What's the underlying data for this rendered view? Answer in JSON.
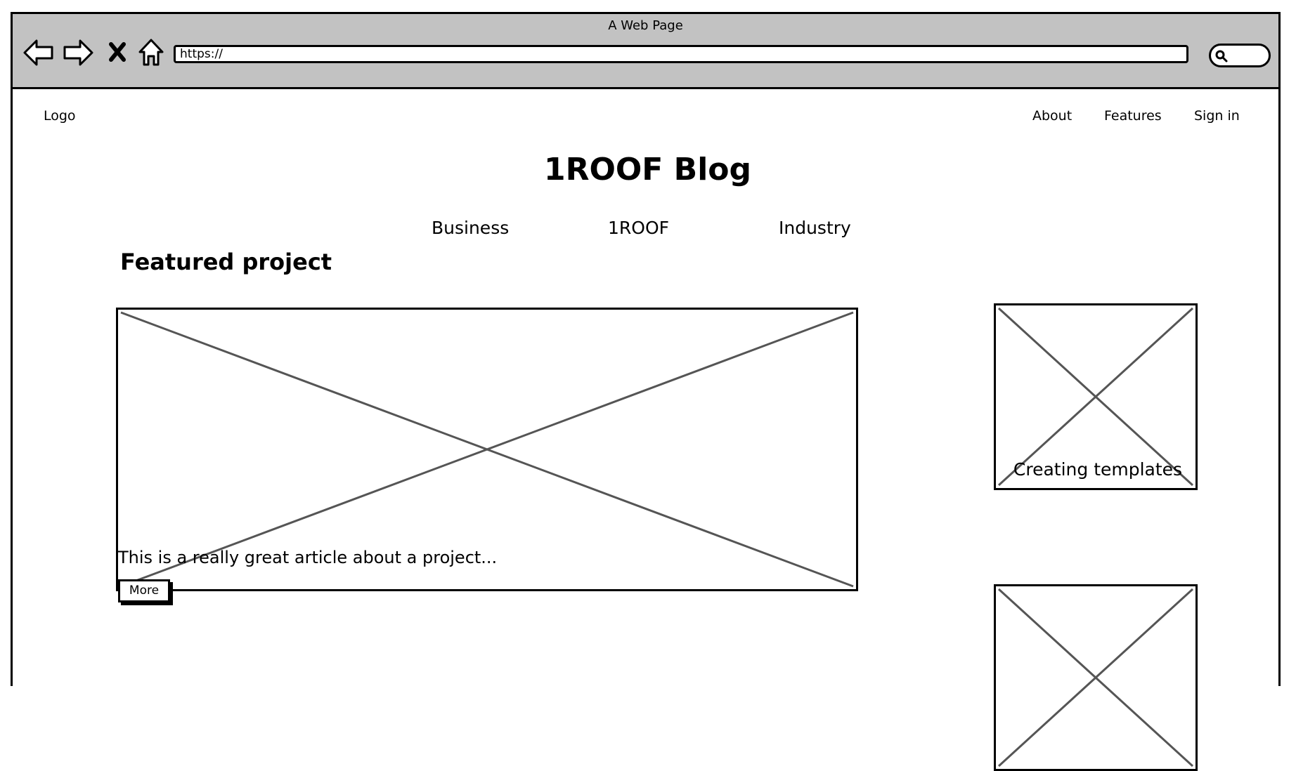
{
  "window": {
    "title": "A Web Page",
    "url": "https://"
  },
  "icons": {
    "back": "back-arrow-icon",
    "forward": "forward-arrow-icon",
    "stop": "close-icon",
    "home": "home-icon",
    "search": "search-icon"
  },
  "site": {
    "logo": "Logo",
    "nav": [
      "About",
      "Features",
      "Sign in"
    ]
  },
  "blog": {
    "title": "1ROOF Blog",
    "categories": [
      "Business",
      "1ROOF",
      "Industry"
    ]
  },
  "featured": {
    "heading": "Featured project",
    "excerpt": "This is a really great article about a project...",
    "more_label": "More"
  },
  "sidebar": {
    "items": [
      {
        "caption": "Creating templates"
      }
    ]
  },
  "colors": {
    "chrome_bg": "#c2c2c2",
    "placeholder_stroke": "#555555",
    "border": "#000000"
  }
}
